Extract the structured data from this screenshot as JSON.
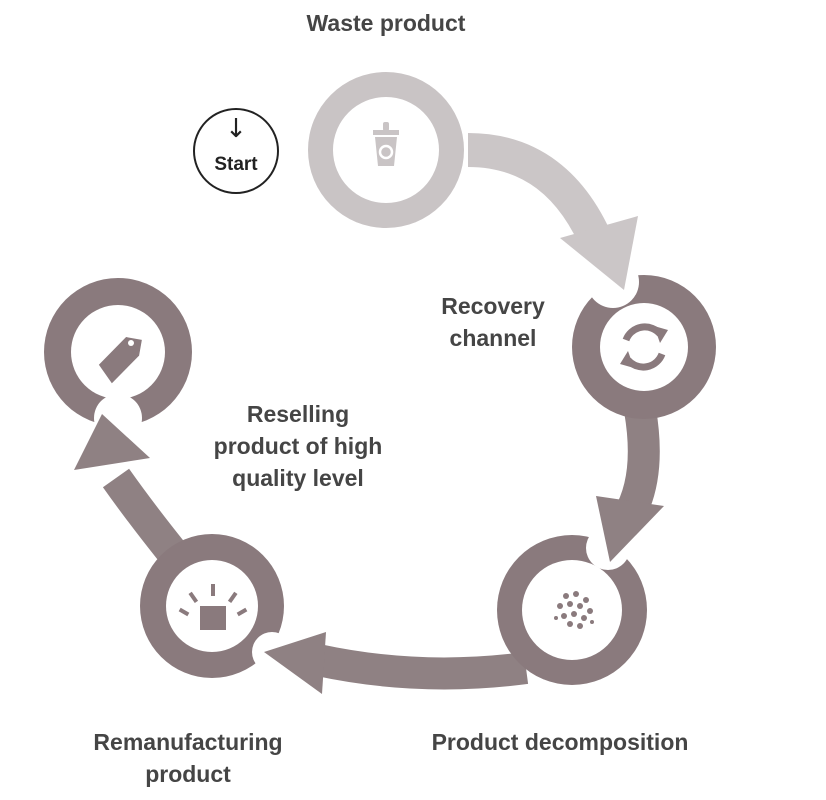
{
  "diagram": {
    "start_label": "Start",
    "nodes": [
      {
        "id": "waste",
        "label_lines": [
          "Waste product"
        ],
        "icon": "recycle-bin-icon"
      },
      {
        "id": "recovery",
        "label_lines": [
          "Recovery",
          "channel"
        ],
        "icon": "refresh-cycle-icon"
      },
      {
        "id": "decomposition",
        "label_lines": [
          "Product decomposition"
        ],
        "icon": "particles-icon"
      },
      {
        "id": "remanufacturing",
        "label_lines": [
          "Remanufacturing",
          "product"
        ],
        "icon": "box-rays-icon"
      },
      {
        "id": "reselling",
        "label_lines": [
          "Reselling",
          "product of high",
          "quality level"
        ],
        "icon": "price-tag-icon"
      }
    ],
    "colors": {
      "node_dark": "#8a7a7d",
      "node_light": "#c9c4c5",
      "arrow_dark": "#8f8183",
      "arrow_light": "#cbc6c7",
      "label_text": "#454545"
    }
  }
}
